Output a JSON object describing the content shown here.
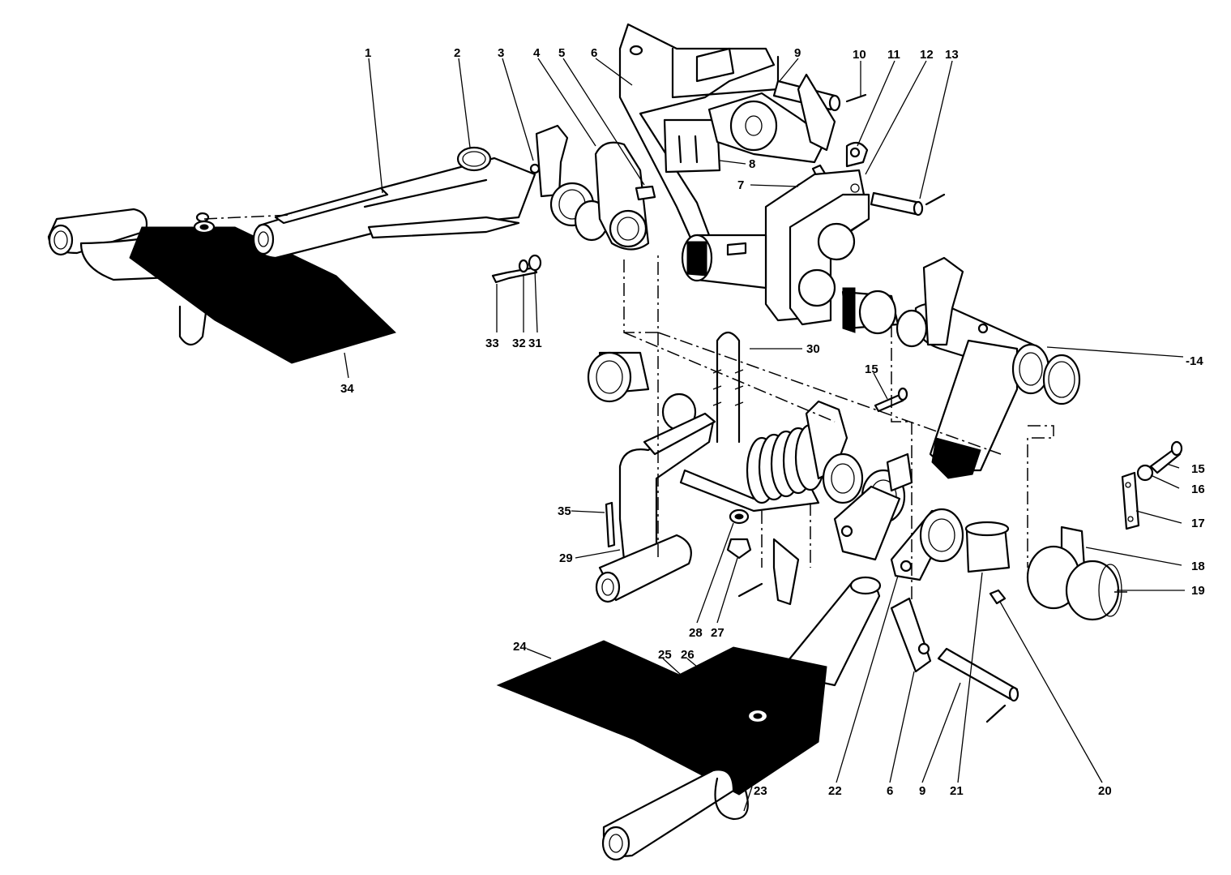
{
  "callouts": [
    {
      "id": "c1",
      "text": "1"
    },
    {
      "id": "c2",
      "text": "2"
    },
    {
      "id": "c3",
      "text": "3"
    },
    {
      "id": "c4",
      "text": "4"
    },
    {
      "id": "c5",
      "text": "5"
    },
    {
      "id": "c6a",
      "text": "6"
    },
    {
      "id": "c9a",
      "text": "9"
    },
    {
      "id": "c10",
      "text": "10"
    },
    {
      "id": "c11",
      "text": "11"
    },
    {
      "id": "c12",
      "text": "12"
    },
    {
      "id": "c13",
      "text": "13"
    },
    {
      "id": "c8",
      "text": "8"
    },
    {
      "id": "c7",
      "text": "7"
    },
    {
      "id": "c14",
      "text": "-14"
    },
    {
      "id": "c15a",
      "text": "15"
    },
    {
      "id": "c15b",
      "text": "15"
    },
    {
      "id": "c16",
      "text": "16"
    },
    {
      "id": "c17",
      "text": "17"
    },
    {
      "id": "c18",
      "text": "18"
    },
    {
      "id": "c19",
      "text": "19"
    },
    {
      "id": "c20",
      "text": "20"
    },
    {
      "id": "c21",
      "text": "21"
    },
    {
      "id": "c9b",
      "text": "9"
    },
    {
      "id": "c6b",
      "text": "6"
    },
    {
      "id": "c22",
      "text": "22"
    },
    {
      "id": "c23",
      "text": "23"
    },
    {
      "id": "c24",
      "text": "24"
    },
    {
      "id": "c25",
      "text": "25"
    },
    {
      "id": "c26",
      "text": "26"
    },
    {
      "id": "c27",
      "text": "27"
    },
    {
      "id": "c28",
      "text": "28"
    },
    {
      "id": "c29",
      "text": "29"
    },
    {
      "id": "c30",
      "text": "30"
    },
    {
      "id": "c31",
      "text": "31"
    },
    {
      "id": "c32",
      "text": "32"
    },
    {
      "id": "c33",
      "text": "33"
    },
    {
      "id": "c34",
      "text": "34"
    },
    {
      "id": "c35",
      "text": "35"
    }
  ]
}
